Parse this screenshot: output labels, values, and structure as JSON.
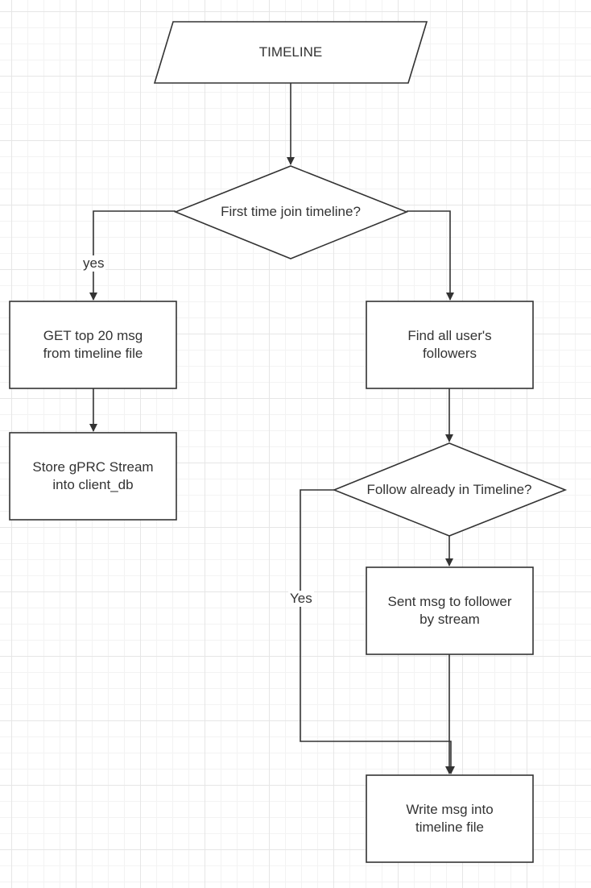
{
  "nodes": {
    "timeline": "TIMELINE",
    "first_time_decision": "First time join timeline?",
    "get_top_msg": "GET top 20 msg\nfrom timeline file",
    "store_stream": "Store gPRC Stream\ninto client_db",
    "find_followers": "Find all user's\nfollowers",
    "follow_decision": "Follow already in Timeline?",
    "send_msg": "Sent msg to follower\nby stream",
    "write_msg": "Write msg into\ntimeline file"
  },
  "edge_labels": {
    "yes_lower": "yes",
    "yes_upper": "Yes"
  },
  "colors": {
    "stroke": "#333333",
    "text": "#333333",
    "fill": "#ffffff"
  }
}
